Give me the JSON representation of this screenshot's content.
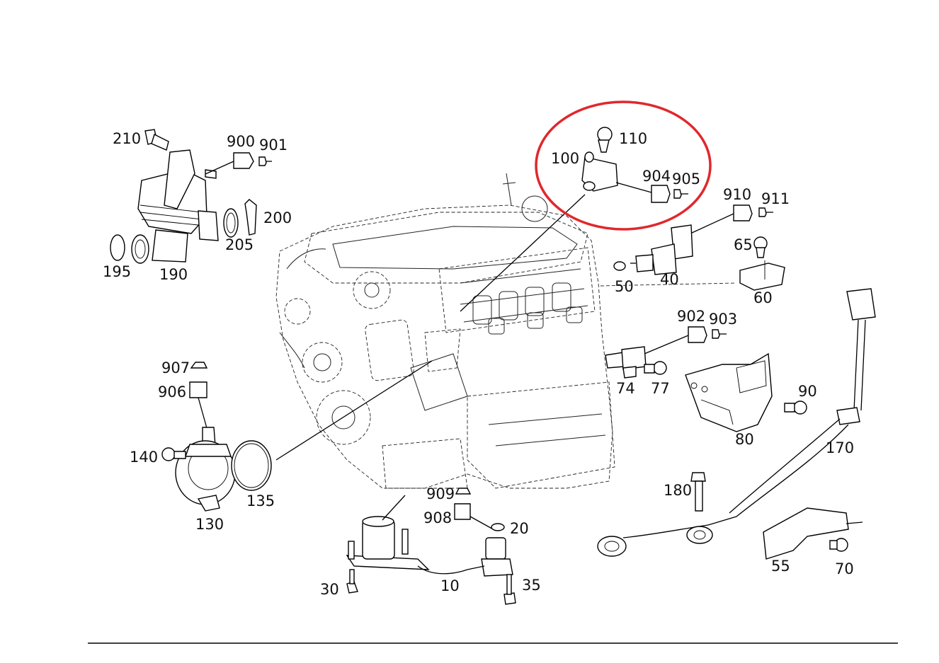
{
  "diagram": {
    "labels": {
      "p210": "210",
      "p900": "900",
      "p901": "901",
      "p200": "200",
      "p205": "205",
      "p195": "195",
      "p190": "190",
      "p110": "110",
      "p100": "100",
      "p904": "904",
      "p905": "905",
      "p910": "910",
      "p911": "911",
      "p65": "65",
      "p50": "50",
      "p40": "40",
      "p60": "60",
      "p902": "902",
      "p903": "903",
      "p74": "74",
      "p77": "77",
      "p90": "90",
      "p80": "80",
      "p170": "170",
      "p907": "907",
      "p906": "906",
      "p140": "140",
      "p130": "130",
      "p135": "135",
      "p909": "909",
      "p908": "908",
      "p20": "20",
      "p30": "30",
      "p10": "10",
      "p35": "35",
      "p180": "180",
      "p55": "55",
      "p70": "70"
    },
    "highlight_color": "#e0282d"
  }
}
